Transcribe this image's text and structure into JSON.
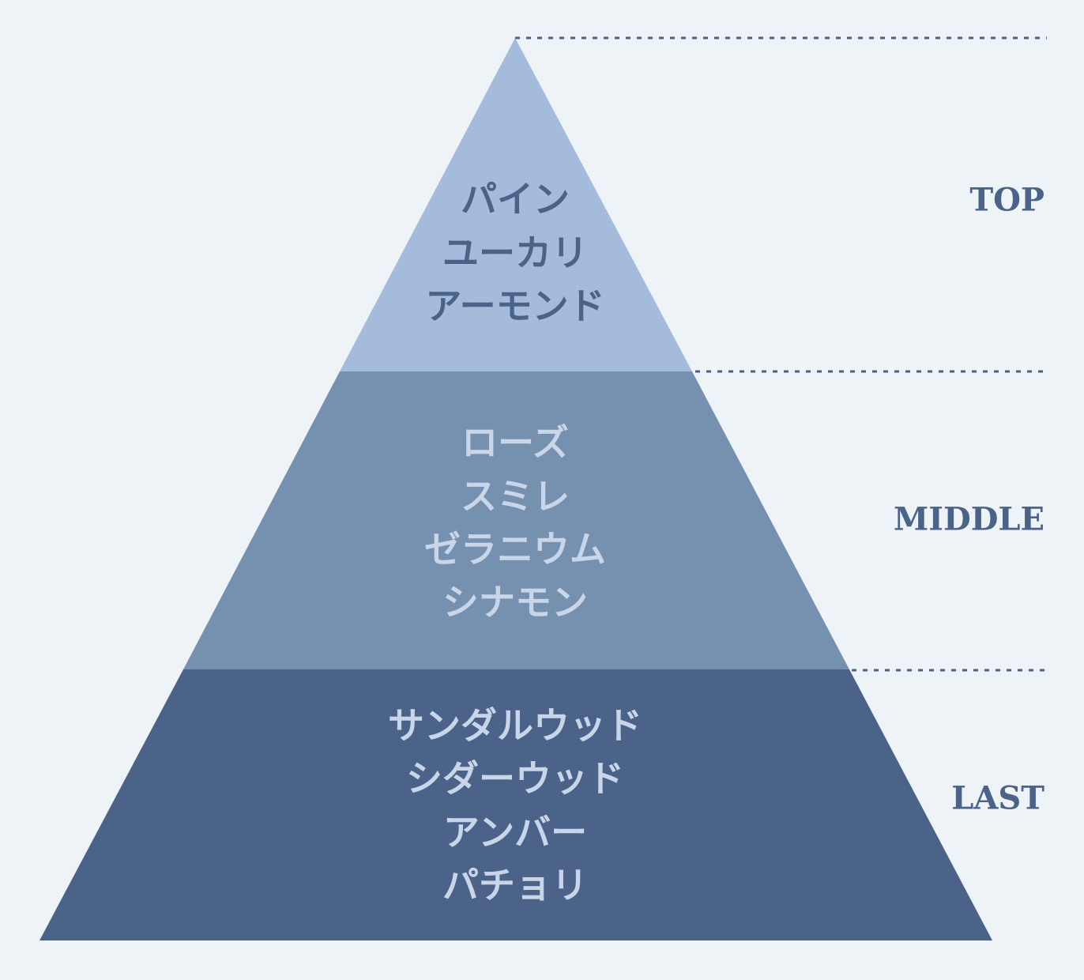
{
  "colors": {
    "background": "#eef3f8",
    "top": "#a5bbdb",
    "middle": "#7690af",
    "last": "#4b6388",
    "dark_text": "#4b6388",
    "light_text": "#c9d5e9"
  },
  "tiers": [
    {
      "label": "TOP",
      "notes": [
        "パイン",
        "ユーカリ",
        "アーモンド"
      ]
    },
    {
      "label": "MIDDLE",
      "notes": [
        "ローズ",
        "スミレ",
        "ゼラニウム",
        "シナモン"
      ]
    },
    {
      "label": "LAST",
      "notes": [
        "サンダルウッド",
        "シダーウッド",
        "アンバー",
        "パチョリ"
      ]
    }
  ]
}
